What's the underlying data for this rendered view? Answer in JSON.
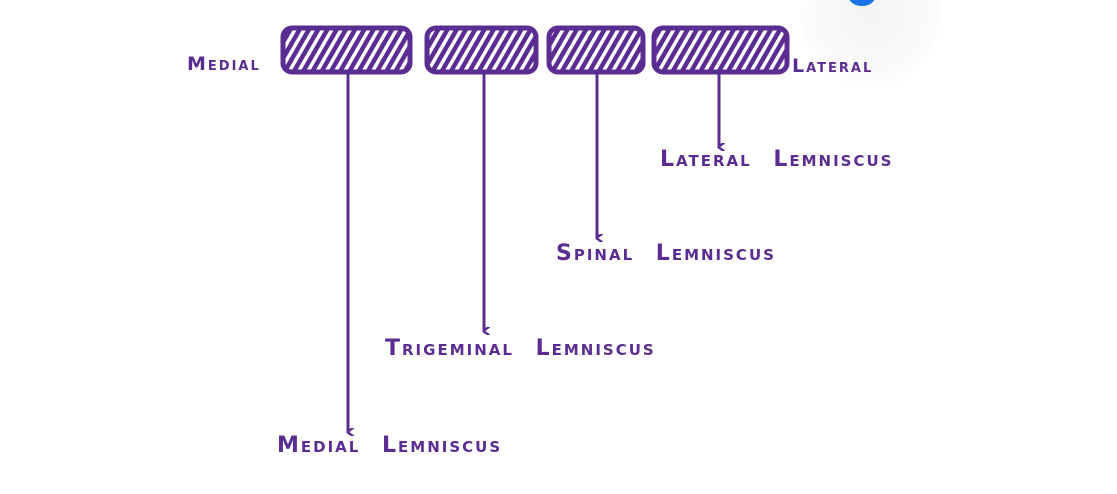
{
  "colors": {
    "ink": "#5b2c91",
    "accent_dot": "#1a73e8"
  },
  "axis": {
    "left_label": "Medial",
    "right_label": "Lateral"
  },
  "tracts": [
    {
      "id": "medial",
      "label": "Medial Lemniscus"
    },
    {
      "id": "trigeminal",
      "label": "Trigeminal Lemniscus"
    },
    {
      "id": "spinal",
      "label": "Spinal Lemniscus"
    },
    {
      "id": "lateral",
      "label": "Lateral Lemniscus"
    }
  ]
}
